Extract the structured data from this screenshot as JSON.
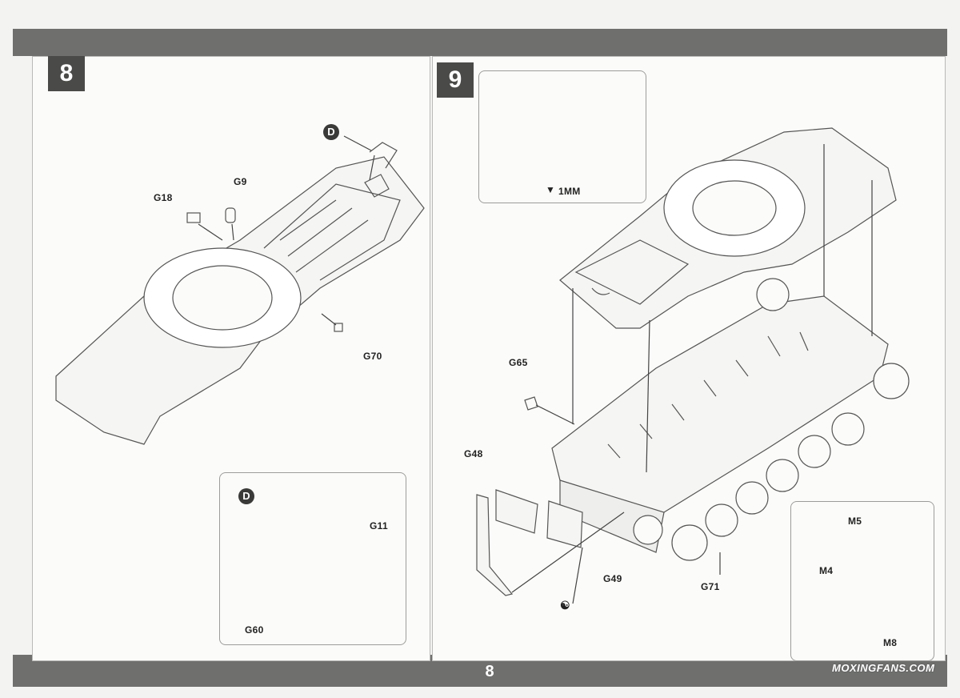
{
  "page_number": "8",
  "watermark": "MOXINGFANS.COM",
  "steps": [
    {
      "number": "8",
      "badge": "D",
      "parts": [
        "G18",
        "G9",
        "G70"
      ],
      "detail": {
        "badge": "D",
        "parts": [
          "G11",
          "G60"
        ]
      }
    },
    {
      "number": "9",
      "detail_top": {
        "drill_label": "1MM"
      },
      "parts": [
        "G65",
        "G48",
        "G49",
        "G71"
      ],
      "detail_right": {
        "parts": [
          "M5",
          "M4",
          "M8"
        ]
      }
    }
  ],
  "colors": {
    "band": "#6f706e",
    "step_badge": "#4a4a48",
    "line_art": "#555555"
  }
}
